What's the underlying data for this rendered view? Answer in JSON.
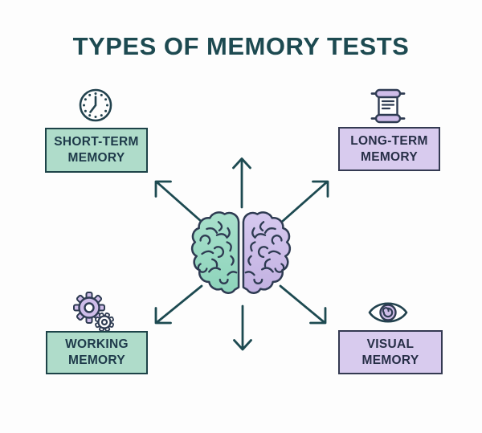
{
  "title": "TYPES OF MEMORY TESTS",
  "cards": [
    {
      "id": "short-term",
      "label": "SHORT-TERM\nMEMORY",
      "icon": "clock-icon",
      "position": "top-left",
      "fill": "#afdcca",
      "border": "#1d4348"
    },
    {
      "id": "long-term",
      "label": "LONG-TERM\nMEMORY",
      "icon": "scroll-icon",
      "position": "top-right",
      "fill": "#d8cbee",
      "border": "#343a52"
    },
    {
      "id": "working",
      "label": "WORKING\nMEMORY",
      "icon": "gears-icon",
      "position": "bottom-left",
      "fill": "#afdcca",
      "border": "#1d4348"
    },
    {
      "id": "visual",
      "label": "VISUAL\nMEMORY",
      "icon": "eye-icon",
      "position": "bottom-right",
      "fill": "#d8cbee",
      "border": "#343a52"
    }
  ],
  "center_illustration": {
    "name": "brain",
    "left_hemisphere_color": "#9cdbc4",
    "right_hemisphere_color": "#cdc0e8",
    "outline_color": "#2e3b52"
  },
  "arrows": {
    "color": "#1d4a51",
    "directions": [
      "up",
      "down",
      "up-left",
      "up-right",
      "down-left",
      "down-right"
    ]
  },
  "colors": {
    "background": "#fdfdfd",
    "title_text": "#1d4a51",
    "icon_purple_fill": "#cfbde9"
  }
}
